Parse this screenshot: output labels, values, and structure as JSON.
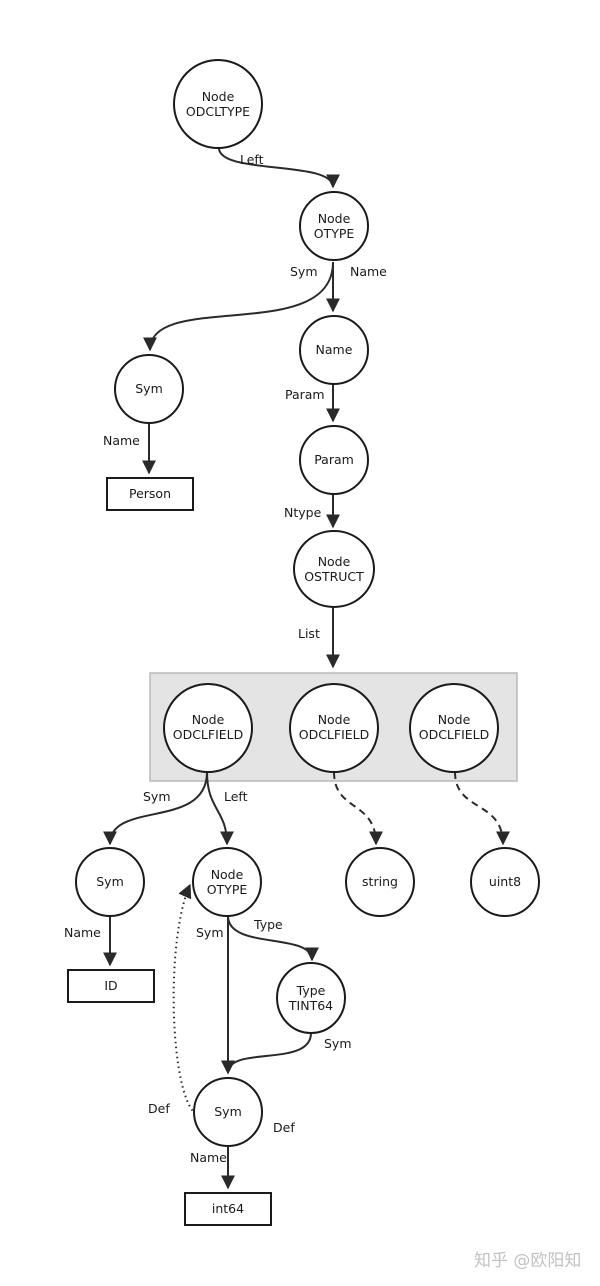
{
  "nodes": {
    "odcltype": [
      "Node",
      "ODCLTYPE"
    ],
    "otype1": [
      "Node",
      "OTYPE"
    ],
    "name": [
      "Name"
    ],
    "sym1": [
      "Sym"
    ],
    "param": [
      "Param"
    ],
    "ostruct": [
      "Node",
      "OSTRUCT"
    ],
    "field1": [
      "Node",
      "ODCLFIELD"
    ],
    "field2": [
      "Node",
      "ODCLFIELD"
    ],
    "field3": [
      "Node",
      "ODCLFIELD"
    ],
    "sym2": [
      "Sym"
    ],
    "otype2": [
      "Node",
      "OTYPE"
    ],
    "string": [
      "string"
    ],
    "uint8": [
      "uint8"
    ],
    "tint64": [
      "Type",
      "TINT64"
    ],
    "sym3": [
      "Sym"
    ]
  },
  "boxes": {
    "person": "Person",
    "id": "ID",
    "int64": "int64"
  },
  "edge_labels": {
    "left1": "Left",
    "sym_a": "Sym",
    "name_a": "Name",
    "name_b": "Name",
    "param": "Param",
    "ntype": "Ntype",
    "list": "List",
    "sym_b": "Sym",
    "left2": "Left",
    "name_c": "Name",
    "sym_c": "Sym",
    "type": "Type",
    "sym_d": "Sym",
    "def_a": "Def",
    "def_b": "Def",
    "name_d": "Name"
  },
  "watermark": "知乎 @欧阳知"
}
